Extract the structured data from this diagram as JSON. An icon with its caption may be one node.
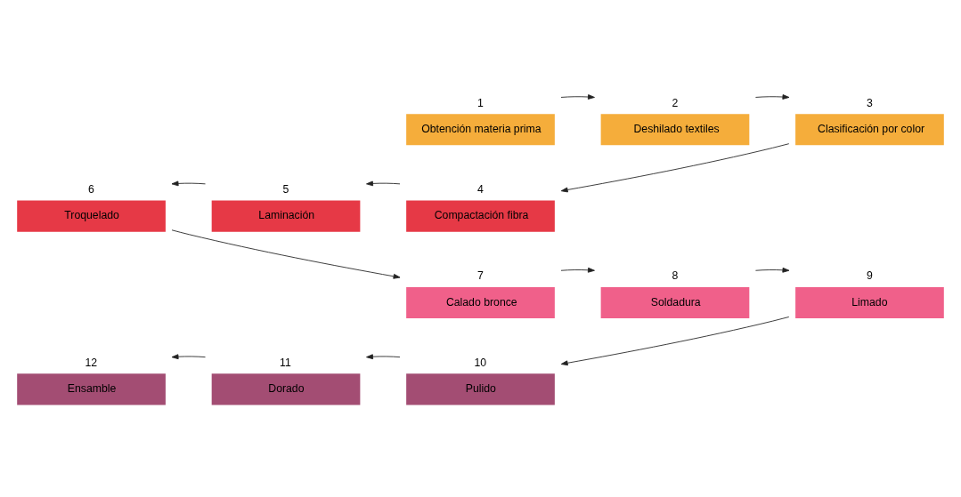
{
  "diagram": {
    "nodes": [
      {
        "text": [
          "Obtención materia prima"
        ],
        "beside": [
          "1"
        ]
      },
      {
        "text": [
          "Deshilado textiles"
        ],
        "beside": [
          "2"
        ]
      },
      {
        "text": [
          "Clasificación por color"
        ],
        "beside": [
          "3"
        ]
      },
      {
        "text": [
          "Compactación fibra"
        ],
        "beside": [
          "4"
        ]
      },
      {
        "text": [
          "Laminación"
        ],
        "beside": [
          "5"
        ]
      },
      {
        "text": [
          "Troquelado"
        ],
        "beside": [
          "6"
        ]
      },
      {
        "text": [
          "Calado bronce"
        ],
        "beside": [
          "7"
        ]
      },
      {
        "text": [
          "Soldadura"
        ],
        "beside": [
          "8"
        ]
      },
      {
        "text": [
          "Limado"
        ],
        "beside": [
          "9"
        ]
      },
      {
        "text": [
          "Pulido"
        ],
        "beside": [
          "10"
        ]
      },
      {
        "text": [
          "Dorado"
        ],
        "beside": [
          "11"
        ]
      },
      {
        "text": [
          "Ensamble"
        ],
        "beside": [
          "12"
        ]
      }
    ],
    "edges": [
      {
        "from": 0,
        "to": 1,
        "arrow": "to"
      },
      {
        "from": 1,
        "to": 2,
        "arrow": "to"
      },
      {
        "from": 2,
        "to": 3,
        "arrow": "to"
      },
      {
        "from": 3,
        "to": 4,
        "arrow": "to"
      },
      {
        "from": 4,
        "to": 5,
        "arrow": "to"
      },
      {
        "from": 5,
        "to": 6,
        "arrow": "to"
      },
      {
        "from": 6,
        "to": 7,
        "arrow": "to"
      },
      {
        "from": 7,
        "to": 8,
        "arrow": "to"
      },
      {
        "from": 8,
        "to": 9,
        "arrow": "to"
      },
      {
        "from": 9,
        "to": 10,
        "arrow": "to"
      },
      {
        "from": 10,
        "to": 11,
        "arrow": "to"
      }
    ]
  }
}
